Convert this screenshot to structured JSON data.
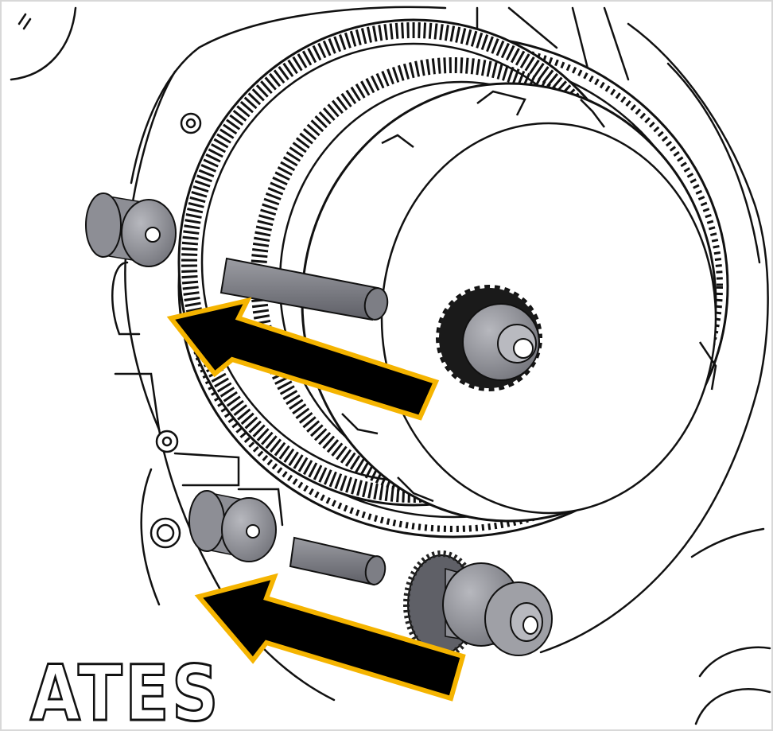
{
  "logo": {
    "text": "ATES"
  },
  "colors": {
    "background": "#ffffff",
    "line": "#111111",
    "part_gray": "#8e8f96",
    "part_gray_dark": "#6d6e75",
    "arrow_fill": "#000000",
    "arrow_outline": "#f5b400"
  },
  "parts": {
    "large_ring_gears": 2,
    "small_pinion_gears": 2,
    "spacers": 2,
    "pins": 2,
    "arrows": 2
  }
}
